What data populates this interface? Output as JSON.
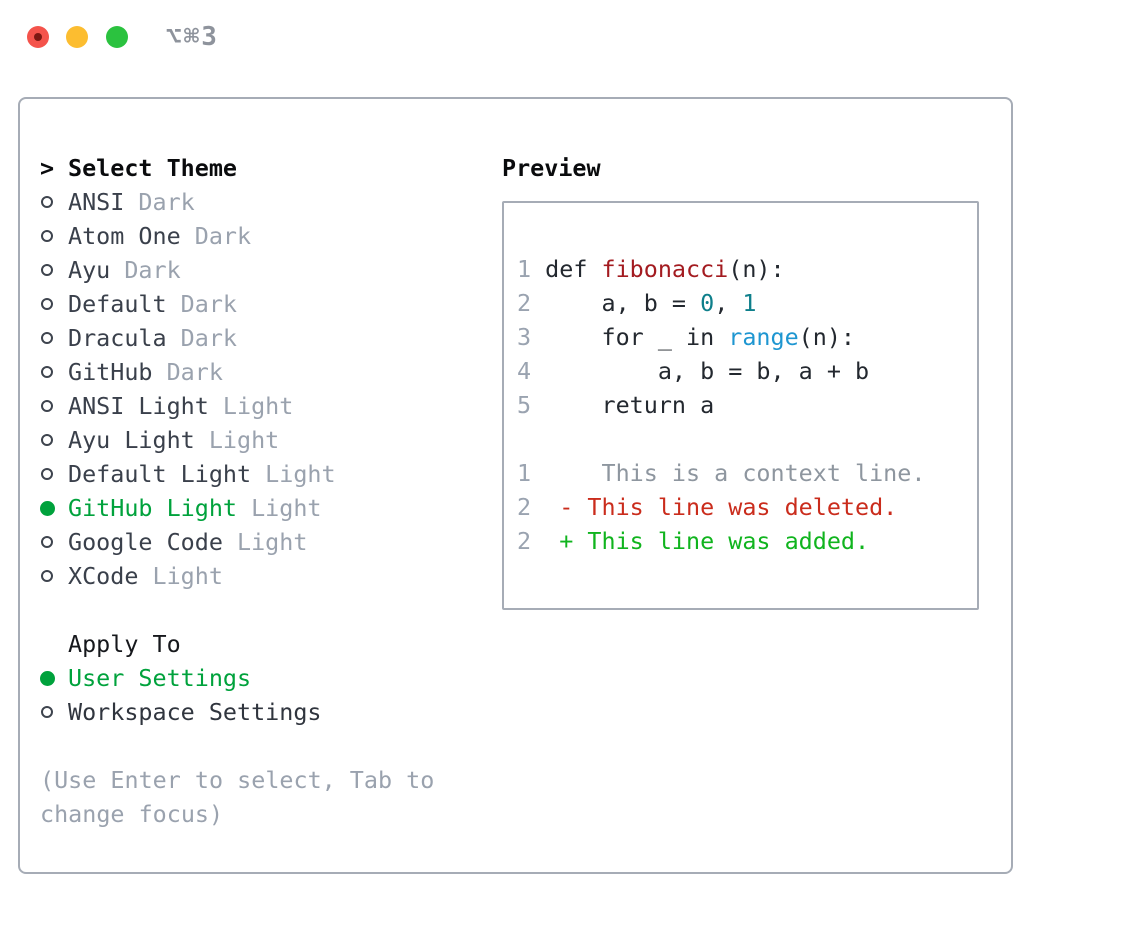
{
  "titlebar": {
    "shortcut": "⌥⌘3"
  },
  "colors": {
    "window-bg": "#ffffff",
    "panel-border": "#a6acb6",
    "header-text": "#0a0b0d",
    "item-text": "#3a404b",
    "muted-text": "#9aa2ae",
    "selected-green": "#00a23c",
    "code-fg": "#23282f",
    "code-function-red": "#a31b20",
    "code-number-teal": "#0e7f8b",
    "code-builtin-blue": "#1e96d1",
    "diff-context-gray": "#8e969f",
    "diff-deleted-red": "#ca2c1c",
    "diff-added-green": "#10b41e",
    "line-number-gray": "#9aa3b0",
    "traffic-red": "#f4534b",
    "traffic-red-dot": "#7c1812",
    "traffic-yellow": "#fcbd30",
    "traffic-green": "#2bc23f",
    "titlebar-text": "#8e939c"
  },
  "theme_panel": {
    "header_marker": ">",
    "header": "Select Theme",
    "items": [
      {
        "name": "ANSI",
        "variant": "Dark",
        "selected": false
      },
      {
        "name": "Atom One",
        "variant": "Dark",
        "selected": false
      },
      {
        "name": "Ayu",
        "variant": "Dark",
        "selected": false
      },
      {
        "name": "Default",
        "variant": "Dark",
        "selected": false
      },
      {
        "name": "Dracula",
        "variant": "Dark",
        "selected": false
      },
      {
        "name": "GitHub",
        "variant": "Dark",
        "selected": false
      },
      {
        "name": "ANSI Light",
        "variant": "Light",
        "selected": false
      },
      {
        "name": "Ayu Light",
        "variant": "Light",
        "selected": false
      },
      {
        "name": "Default Light",
        "variant": "Light",
        "selected": false
      },
      {
        "name": "GitHub Light",
        "variant": "Light",
        "selected": true
      },
      {
        "name": "Google Code",
        "variant": "Light",
        "selected": false
      },
      {
        "name": "XCode",
        "variant": "Light",
        "selected": false
      }
    ],
    "apply_to": {
      "header": "Apply To",
      "options": [
        {
          "label": "User Settings",
          "selected": true
        },
        {
          "label": "Workspace Settings",
          "selected": false
        }
      ]
    },
    "hint_lines": [
      "(Use Enter to select, Tab to",
      "change focus)"
    ]
  },
  "preview": {
    "header": "Preview",
    "code_lines": [
      {
        "segments": [
          [
            "1 ",
            "ln"
          ],
          [
            "def ",
            "fg"
          ],
          [
            "fibonacci",
            "fn"
          ],
          [
            "(n):",
            "fg"
          ]
        ]
      },
      {
        "segments": [
          [
            "2",
            "ln"
          ],
          [
            "     a, b = ",
            "fg"
          ],
          [
            "0",
            "num"
          ],
          [
            ", ",
            "fg"
          ],
          [
            "1",
            "num"
          ]
        ]
      },
      {
        "segments": [
          [
            "3",
            "ln"
          ],
          [
            "     for _ in ",
            "fg"
          ],
          [
            "range",
            "bi"
          ],
          [
            "(n):",
            "fg"
          ]
        ]
      },
      {
        "segments": [
          [
            "4",
            "ln"
          ],
          [
            "         a, b = b, a + b",
            "fg"
          ]
        ]
      },
      {
        "segments": [
          [
            "5",
            "ln"
          ],
          [
            "     return a",
            "fg"
          ]
        ]
      },
      {
        "segments": []
      },
      {
        "segments": [
          [
            "1",
            "ln"
          ],
          [
            "     ",
            "fg"
          ],
          [
            "This is a context line.",
            "ctx"
          ]
        ]
      },
      {
        "segments": [
          [
            "2",
            "ln"
          ],
          [
            "  ",
            "fg"
          ],
          [
            "- This line was deleted.",
            "del"
          ]
        ]
      },
      {
        "segments": [
          [
            "2",
            "ln"
          ],
          [
            "  ",
            "fg"
          ],
          [
            "+ This line was added.",
            "add"
          ]
        ]
      }
    ]
  }
}
